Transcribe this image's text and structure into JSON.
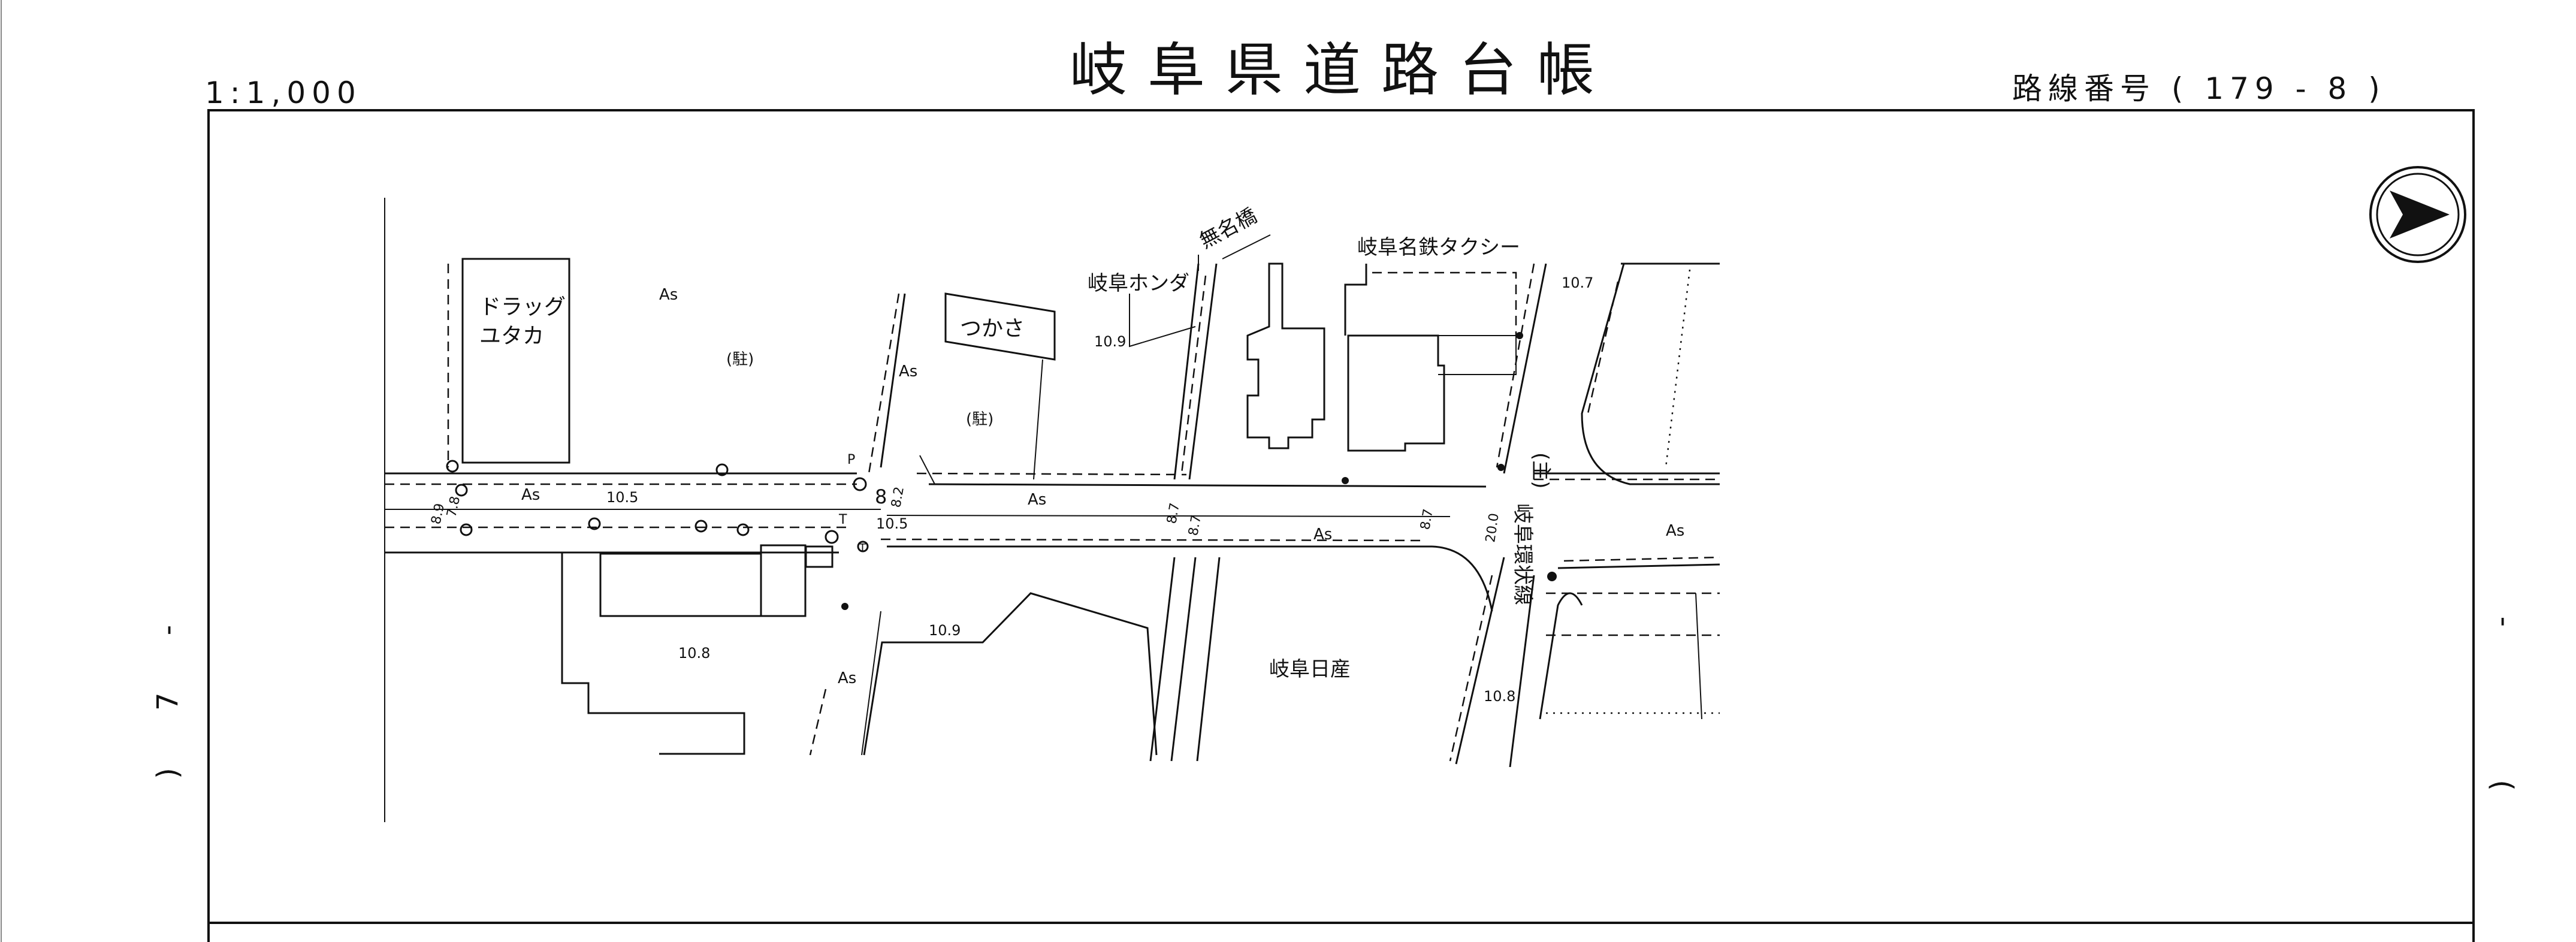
{
  "header": {
    "scale": "1:1,000",
    "title": "岐阜県道路台帳",
    "route_number": "路線番号 ( 179 -  8  )"
  },
  "margin": {
    "left_sheet_index": ") 7 -",
    "right_sheet_index": ") -"
  },
  "map": {
    "labels": {
      "drug_store": "ドラッグ\nユタカ",
      "tsukasa": "つかさ",
      "gifu_honda": "岐阜ホンダ",
      "mumei_bashi": "無名橋",
      "meitetsu_taxi": "岐阜名鉄タクシー",
      "gifu_nissan": "岐阜日産",
      "ring_road": "岐阜環状線",
      "main_road_mark": "(主)",
      "parking_1": "(駐)",
      "parking_2": "(駐)",
      "as_1": "As",
      "as_2": "As",
      "as_3": "As",
      "as_4": "As",
      "as_5": "As",
      "as_6": "As",
      "as_7": "As",
      "elev_105a": "10.5",
      "elev_105b": "10.5",
      "elev_109a": "10.9",
      "elev_109b": "10.9",
      "elev_108a": "10.8",
      "elev_108b": "10.8",
      "elev_107": "10.7",
      "w_89": "8.9",
      "w_78": "7.8",
      "w_82": "8.2",
      "w_8": "8",
      "w_87a": "8.7",
      "w_87b": "8.7",
      "w_87c": "8.7",
      "w_200": "20.0",
      "p_mark": "P",
      "t_mark": "T",
      "t2_mark": "T"
    },
    "north_arrow": "north-arrow-icon"
  }
}
